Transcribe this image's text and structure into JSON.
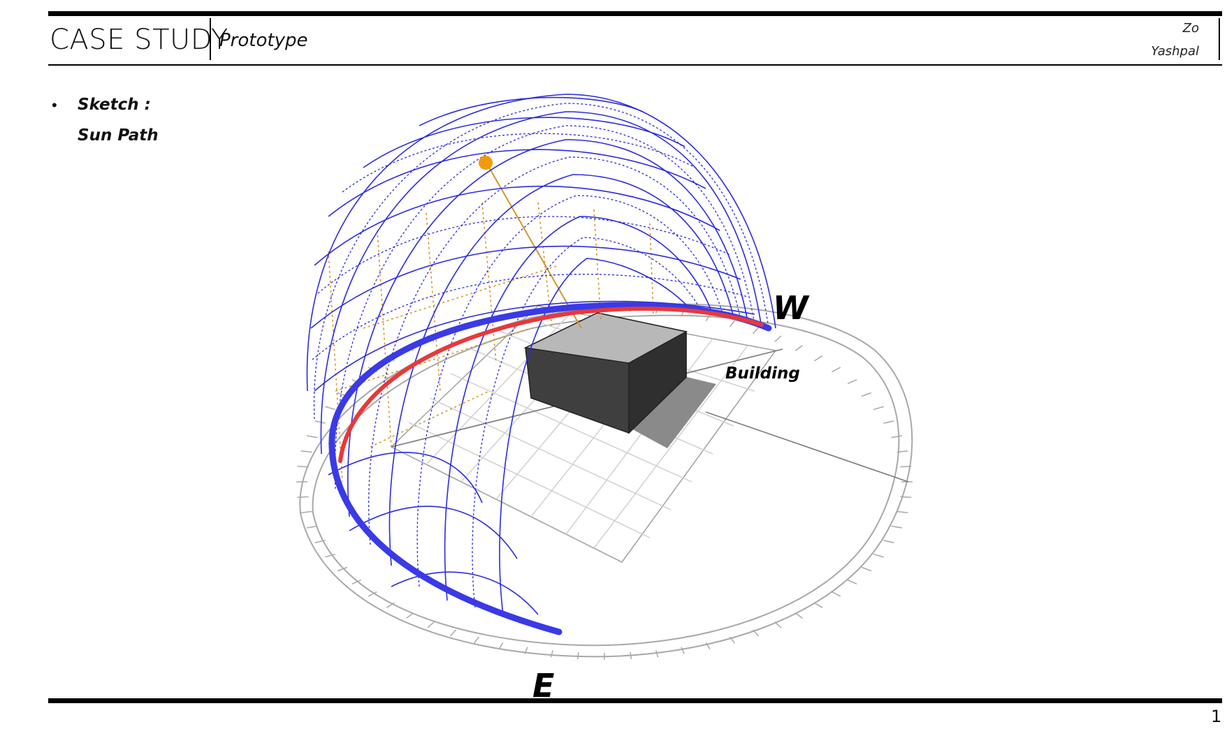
{
  "header": {
    "title": "CASE STUDY",
    "subtitle": "Prototype",
    "author_line1": "Zo",
    "author_line2": "Yashpal"
  },
  "content": {
    "bullet": "•",
    "heading": "Sketch :",
    "subheading": "Sun Path"
  },
  "diagram": {
    "label_west": "W",
    "label_east": "E",
    "label_building": "Building",
    "colors": {
      "dome_grid": "#2222dd",
      "sun": "#f39a0c",
      "sun_rays": "#d4962a",
      "summer_path": "#e8383a",
      "winter_path": "#3a3ae6",
      "building_top": "#b8b8b8",
      "building_side": "#3f3f3f",
      "shadow": "#8a8a8a",
      "ground_ring": "#a8a8a8"
    }
  },
  "footer": {
    "page_number": "1"
  }
}
